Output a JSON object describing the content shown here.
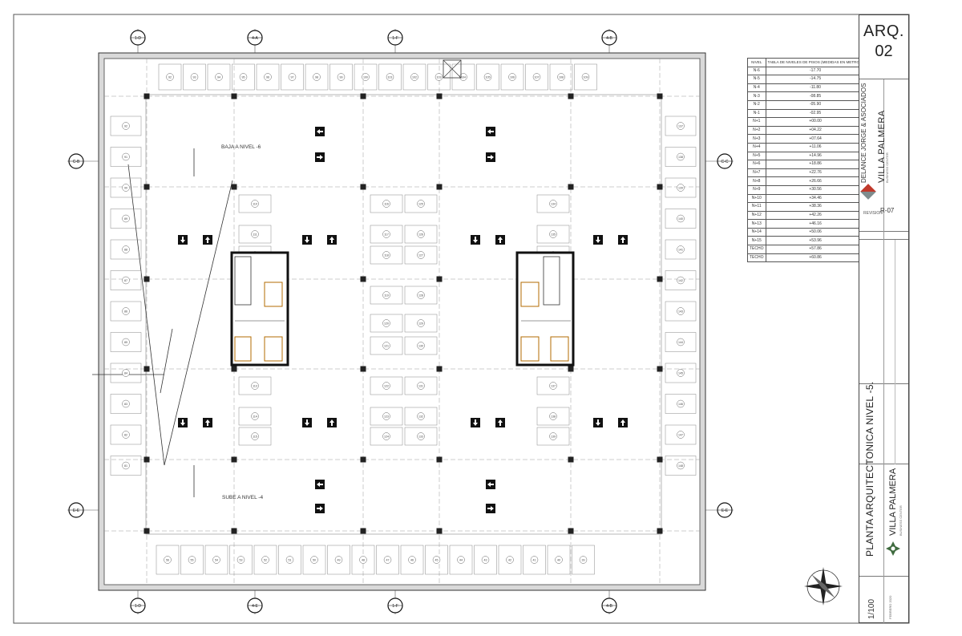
{
  "sheet": {
    "number_line1": "ARQ.",
    "number_line2": "02",
    "title": "PLANTA ARQUITECTONICA NIVEL -5.",
    "project": "VILLA PALMERA",
    "project_sub": "BUSINESS CENTER",
    "firm": "DELANCE JORGE & ASOCIADOS",
    "scale": "1/100",
    "date": "FEBRERO 2020",
    "revision": "R-07"
  },
  "plan": {
    "label_down": "BAJA A NIVEL -6",
    "label_up": "SUBE A NIVEL -4",
    "grid_top": [
      "1-D",
      "4-A",
      "1-F",
      "4-B"
    ],
    "grid_bottom": [
      "1-D",
      "4-E",
      "1-F",
      "4-B"
    ],
    "grid_left": [
      "C-B",
      "E-E"
    ],
    "grid_right": [
      "C-C",
      "E-E"
    ],
    "spaces_top": [
      "92",
      "93",
      "94",
      "95",
      "96",
      "97",
      "98",
      "99",
      "100",
      "101",
      "102",
      "103",
      "104",
      "105",
      "106",
      "107",
      "108",
      "109"
    ],
    "spaces_bottom": [
      "56",
      "55",
      "54",
      "53",
      "52",
      "51",
      "50",
      "49",
      "48",
      "47",
      "46",
      "45",
      "44",
      "43",
      "42",
      "41",
      "40",
      "39"
    ],
    "spaces_left": [
      "92",
      "91",
      "90",
      "89",
      "88",
      "87",
      "86",
      "85",
      "84",
      "83",
      "82",
      "81"
    ],
    "spaces_right": [
      "137",
      "138",
      "139",
      "140",
      "141",
      "142",
      "143",
      "144",
      "145",
      "146",
      "147",
      "148"
    ]
  },
  "levels_table": {
    "headers": [
      "NIVEL",
      "TABLA DE NIVELES DE PISOS (MEDIDAS EN METROS)"
    ],
    "rows": [
      [
        "N-6",
        "-17.70"
      ],
      [
        "N-5",
        "-14.75"
      ],
      [
        "N-4",
        "-11.80"
      ],
      [
        "N-3",
        "-08.85"
      ],
      [
        "N-2",
        "-05.90"
      ],
      [
        "N-1",
        "-02.95"
      ],
      [
        "N+1",
        "+00.00"
      ],
      [
        "N+2",
        "+04.22"
      ],
      [
        "N+3",
        "+07.64"
      ],
      [
        "N+4",
        "+11.06"
      ],
      [
        "N+5",
        "+14.96"
      ],
      [
        "N+6",
        "+18.86"
      ],
      [
        "N+7",
        "+22.76"
      ],
      [
        "N+8",
        "+26.66"
      ],
      [
        "N+9",
        "+30.56"
      ],
      [
        "N+10",
        "+34.46"
      ],
      [
        "N+11",
        "+38.36"
      ],
      [
        "N+12",
        "+42.26"
      ],
      [
        "N+13",
        "+46.16"
      ],
      [
        "N+14",
        "+50.06"
      ],
      [
        "N+15",
        "+53.96"
      ],
      [
        "TECHO",
        "+57.86"
      ],
      [
        "TECHO",
        "+60.86"
      ]
    ]
  }
}
